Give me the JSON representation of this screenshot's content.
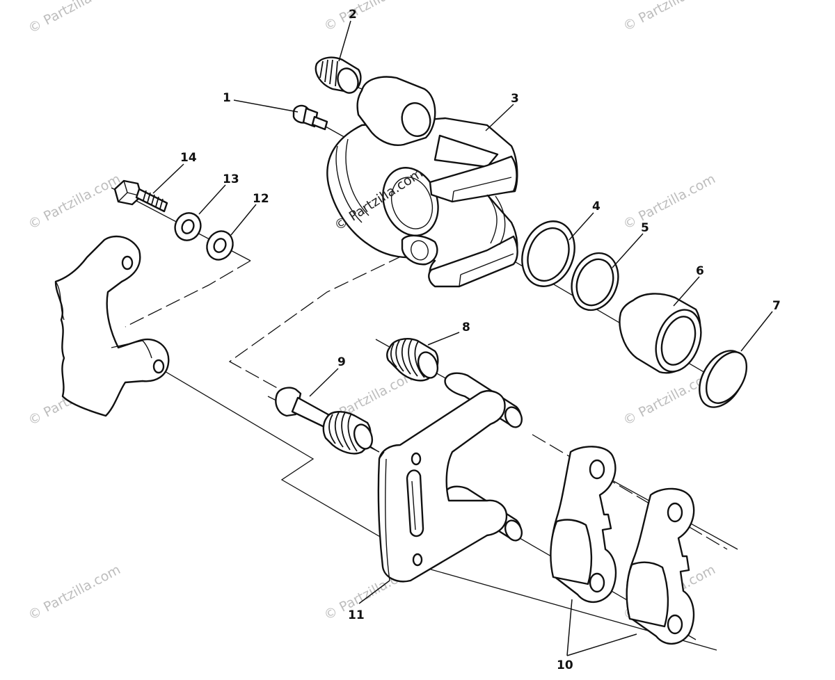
{
  "watermark": {
    "text": "© Partzilla.com"
  },
  "callouts": [
    {
      "id": "callout-1",
      "label": "1"
    },
    {
      "id": "callout-2",
      "label": "2"
    },
    {
      "id": "callout-3",
      "label": "3"
    },
    {
      "id": "callout-4",
      "label": "4"
    },
    {
      "id": "callout-5",
      "label": "5"
    },
    {
      "id": "callout-6",
      "label": "6"
    },
    {
      "id": "callout-7",
      "label": "7"
    },
    {
      "id": "callout-8",
      "label": "8"
    },
    {
      "id": "callout-9",
      "label": "9"
    },
    {
      "id": "callout-10",
      "label": "10"
    },
    {
      "id": "callout-11",
      "label": "11"
    },
    {
      "id": "callout-12",
      "label": "12"
    },
    {
      "id": "callout-13",
      "label": "13"
    },
    {
      "id": "callout-14",
      "label": "14"
    }
  ],
  "colors": {
    "line": "#111111",
    "background": "#ffffff",
    "watermark": "#bdbdbd"
  }
}
